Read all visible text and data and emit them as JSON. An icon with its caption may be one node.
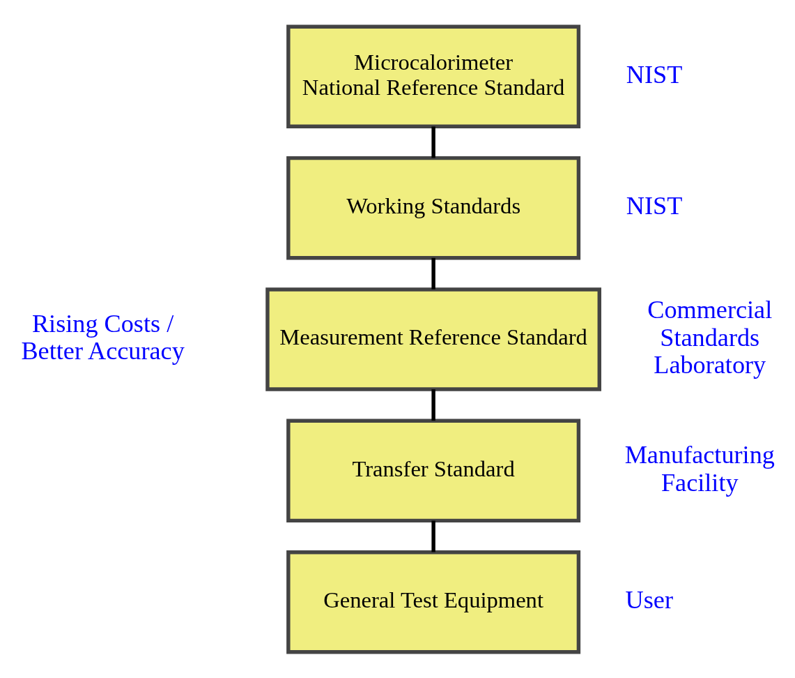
{
  "diagram": {
    "nodes": [
      {
        "text": [
          "Microcalorimeter",
          "National Reference Standard"
        ],
        "beside": [
          "NIST"
        ]
      },
      {
        "text": [
          "Working Standards"
        ],
        "beside": [
          "NIST"
        ]
      },
      {
        "text": [
          "Measurement Reference Standard"
        ],
        "beside": [
          "Commercial Standards Laboratory"
        ]
      },
      {
        "text": [
          "Transfer Standard"
        ],
        "beside": [
          "Manufacturing Facility"
        ]
      },
      {
        "text": [
          "General Test Equipment"
        ],
        "beside": [
          "User"
        ]
      }
    ],
    "edges": [
      {
        "from": 0,
        "to": 1,
        "arrow": "none"
      },
      {
        "from": 1,
        "to": 2,
        "arrow": "none"
      },
      {
        "from": 2,
        "to": 3,
        "arrow": "none"
      },
      {
        "from": 3,
        "to": 4,
        "arrow": "none"
      }
    ],
    "labels": [
      "Rising Costs / Better Accuracy"
    ]
  }
}
